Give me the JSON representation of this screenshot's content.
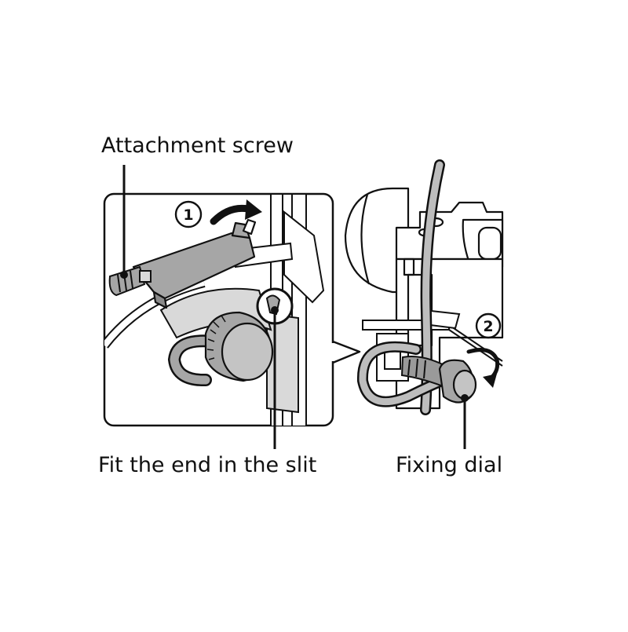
{
  "labels": {
    "attachment_screw": "Attachment screw",
    "fit_end_in_slit": "Fit the end in the slit",
    "fixing_dial": "Fixing dial"
  },
  "steps": {
    "step1": "1",
    "step2": "2"
  },
  "colors": {
    "line": "#111111",
    "fill_gray": "#a6a6a6",
    "fill_light": "#d9d9d9",
    "background": "#ffffff"
  },
  "icons": {
    "step1_arrow": "curved-arrow-right-icon",
    "step2_arrow": "rotate-arrow-icon"
  }
}
